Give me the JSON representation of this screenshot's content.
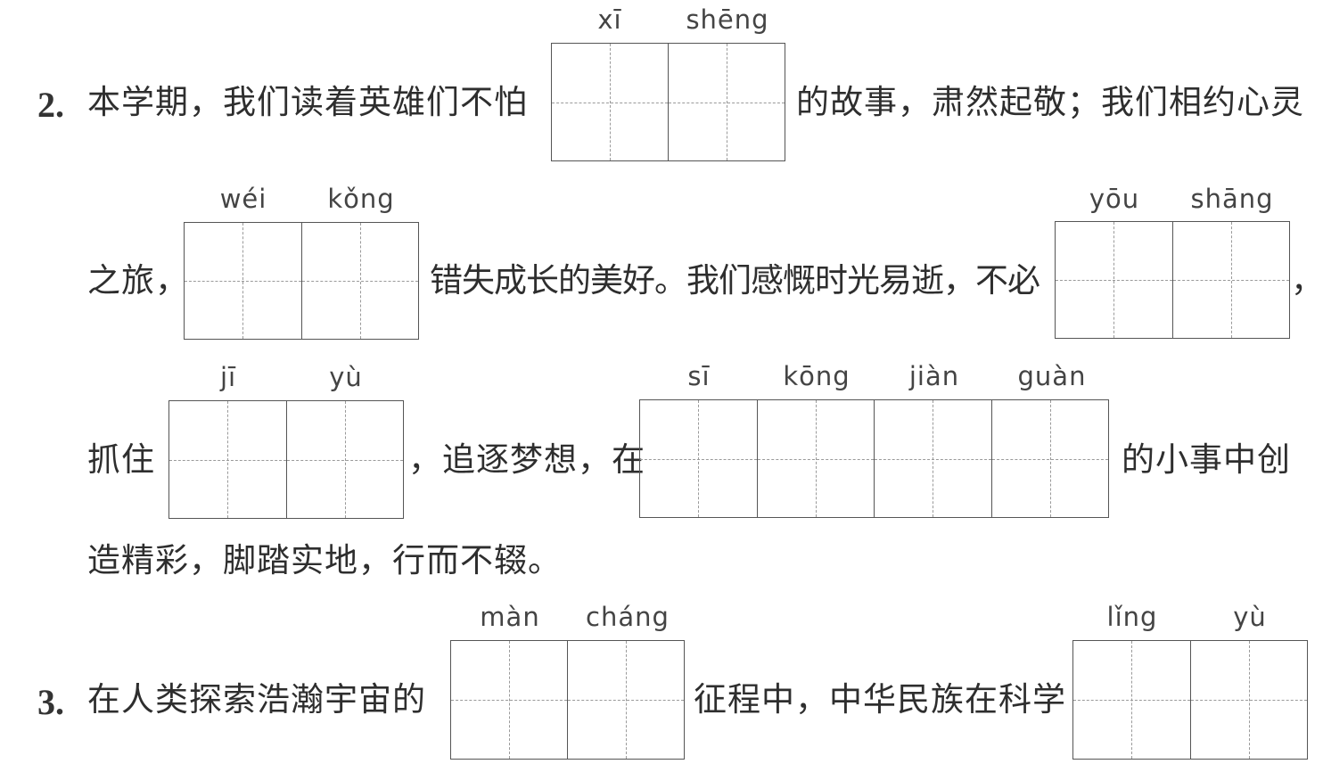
{
  "q2": {
    "number": "2.",
    "line1_a": "本学期，我们读着英雄们不怕",
    "line1_b": "的故事，肃然起敬；我们相约心灵",
    "blank1": [
      "xī",
      "shēng"
    ],
    "line2_a": "之旅，",
    "blank2": [
      "wéi",
      "kǒng"
    ],
    "line2_b": "错失成长的美好。我们感慨时光易逝，不必",
    "blank3": [
      "yōu",
      "shāng"
    ],
    "line2_c": "，",
    "line3_a": "抓住",
    "blank4": [
      "jī",
      "yù"
    ],
    "line3_b": "，追逐梦想，在",
    "blank5": [
      "sī",
      "kōng",
      "jiàn",
      "guàn"
    ],
    "line3_c": "的小事中创",
    "line4": "造精彩，脚踏实地，行而不辍。"
  },
  "q3": {
    "number": "3.",
    "line1_a": "在人类探索浩瀚宇宙的",
    "blank1": [
      "màn",
      "cháng"
    ],
    "line1_b": "征程中，中华民族在科学",
    "blank2": [
      "lǐng",
      "yù"
    ]
  }
}
